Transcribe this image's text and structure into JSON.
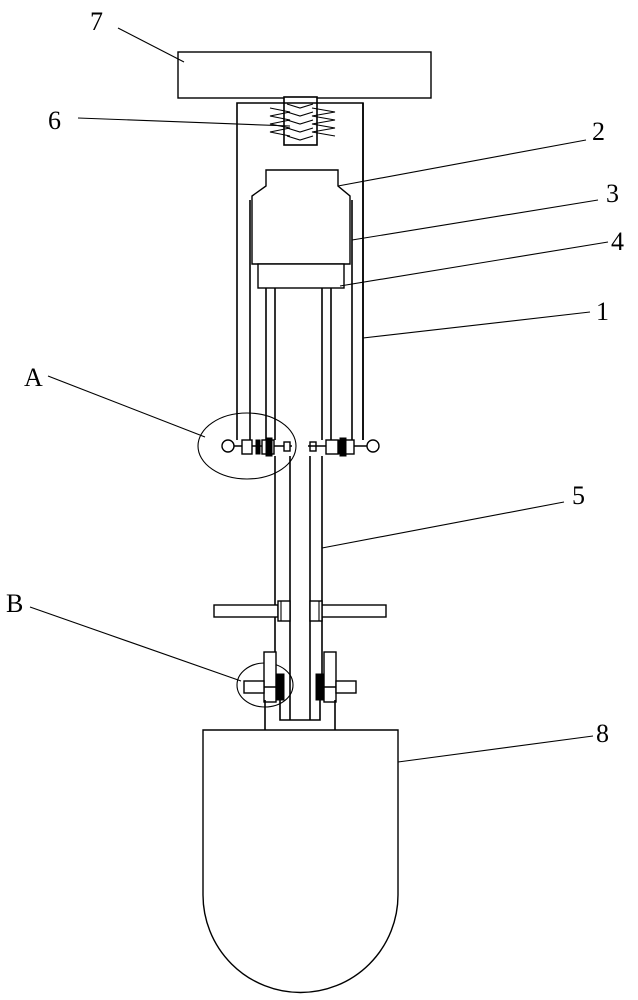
{
  "labels": {
    "l1": "1",
    "l2": "2",
    "l3": "3",
    "l4": "4",
    "l5": "5",
    "l6": "6",
    "l7": "7",
    "l8": "8",
    "lA": "A",
    "lB": "B"
  }
}
